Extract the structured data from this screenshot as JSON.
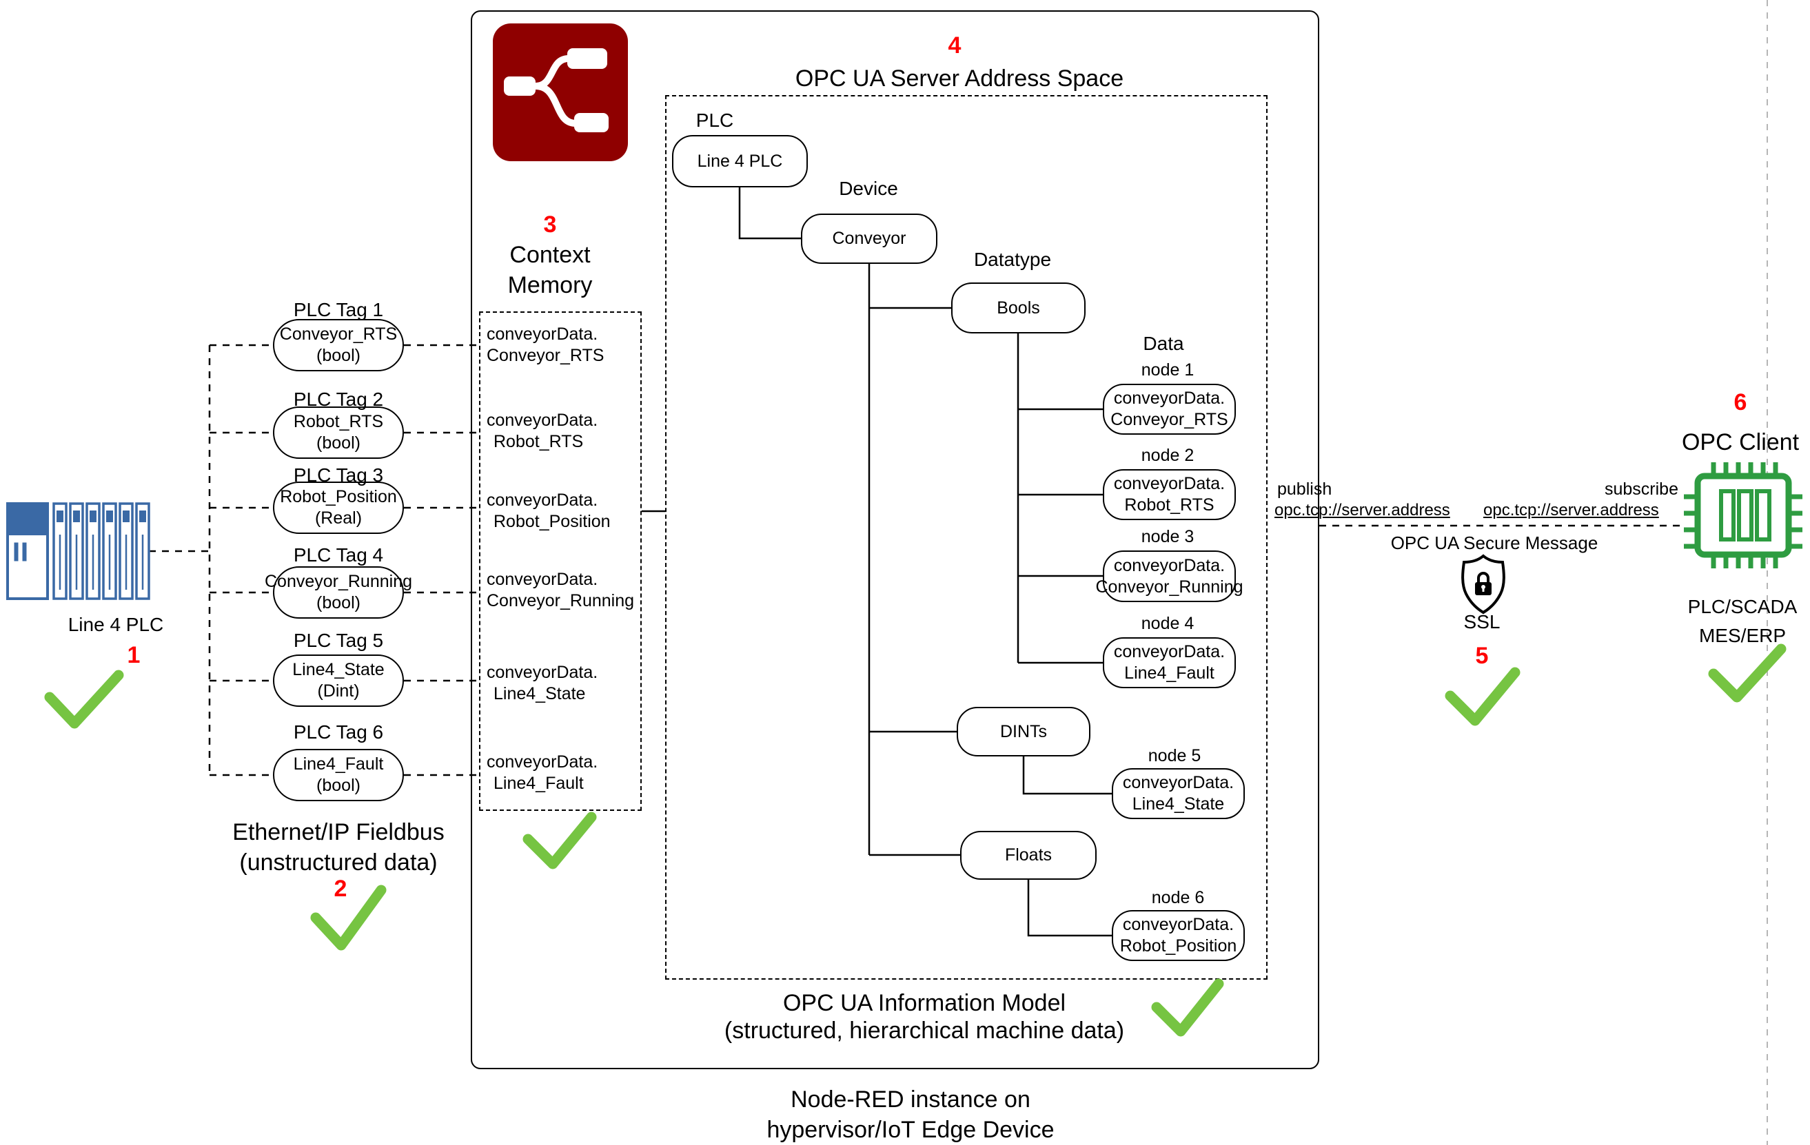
{
  "colors": {
    "step_number": "#fe0000",
    "checkmark_green": "#76c442",
    "nodered_brand_red": "#8f0000",
    "plc_icon_blue": "#3a69a5",
    "chip_icon_green": "#2e9c41",
    "line_black": "#000000"
  },
  "plc": {
    "caption": "Line 4 PLC",
    "step": "1"
  },
  "tags": [
    {
      "label": "PLC Tag 1",
      "name": "Conveyor_RTS",
      "type": "(bool)"
    },
    {
      "label": "PLC Tag 2",
      "name": "Robot_RTS",
      "type": "(bool)"
    },
    {
      "label": "PLC Tag 3",
      "name": "Robot_Position",
      "type": "(Real)"
    },
    {
      "label": "PLC Tag 4",
      "name": "Conveyor_Running",
      "type": "(bool)"
    },
    {
      "label": "PLC Tag 5",
      "name": "Line4_State",
      "type": "(Dint)"
    },
    {
      "label": "PLC Tag 6",
      "name": "Line4_Fault",
      "type": "(bool)"
    }
  ],
  "fieldbus": {
    "line1": "Ethernet/IP Fieldbus",
    "line2": "(unstructured data)",
    "step": "2"
  },
  "context_memory": {
    "step": "3",
    "title1": "Context",
    "title2": "Memory",
    "items": [
      {
        "line1": "conveyorData.",
        "line2": "Conveyor_RTS"
      },
      {
        "line1": "conveyorData.",
        "line2": "Robot_RTS"
      },
      {
        "line1": "conveyorData.",
        "line2": "Robot_Position"
      },
      {
        "line1": "conveyorData.",
        "line2": "Conveyor_Running"
      },
      {
        "line1": "conveyorData.",
        "line2": "Line4_State"
      },
      {
        "line1": "conveyorData.",
        "line2": "Line4_Fault"
      }
    ]
  },
  "address_space": {
    "step": "4",
    "title": "OPC UA Server Address Space",
    "plc_label": "PLC",
    "plc_node": "Line 4 PLC",
    "device_label": "Device",
    "device_node": "Conveyor",
    "datatype_label": "Datatype",
    "bools": "Bools",
    "dints": "DINTs",
    "floats": "Floats",
    "data_label": "Data",
    "nodes": [
      {
        "label": "node 1",
        "line1": "conveyorData.",
        "line2": "Conveyor_RTS"
      },
      {
        "label": "node 2",
        "line1": "conveyorData.",
        "line2": "Robot_RTS"
      },
      {
        "label": "node 3",
        "line1": "conveyorData.",
        "line2": "Conveyor_Running"
      },
      {
        "label": "node 4",
        "line1": "conveyorData.",
        "line2": "Line4_Fault"
      },
      {
        "label": "node 5",
        "line1": "conveyorData.",
        "line2": "Line4_State"
      },
      {
        "label": "node 6",
        "line1": "conveyorData.",
        "line2": "Robot_Position"
      }
    ],
    "footer1": "OPC UA Information Model",
    "footer2": "(structured, hierarchical machine data)"
  },
  "nodered": {
    "caption1": "Node-RED instance on",
    "caption2": "hypervisor/IoT Edge Device"
  },
  "connection": {
    "publish": "publish",
    "publish_url": "opc.tcp://server.address",
    "subscribe": "subscribe",
    "subscribe_url": "opc.tcp://server.address",
    "secure": "OPC UA Secure Message",
    "ssl": "SSL",
    "step": "5"
  },
  "client": {
    "step": "6",
    "title": "OPC Client",
    "line1": "PLC/SCADA",
    "line2": "MES/ERP"
  }
}
